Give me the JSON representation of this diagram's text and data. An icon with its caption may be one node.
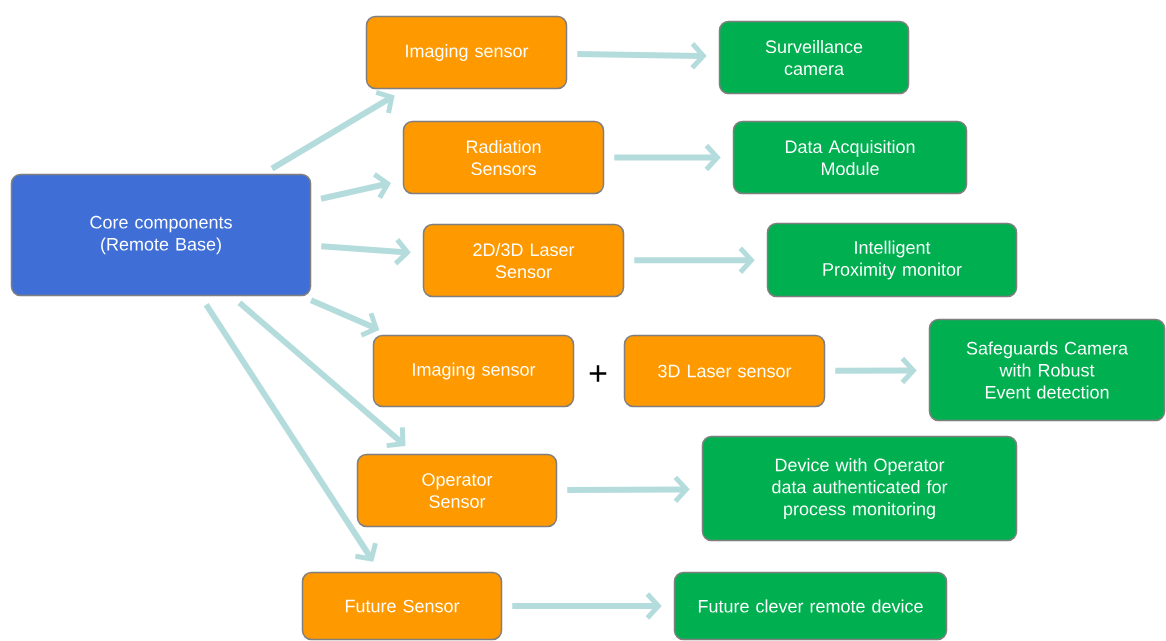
{
  "diagram": {
    "nodes": [
      {
        "text": [
          "Core components (Remote Base)"
        ]
      },
      {
        "text": [
          "Imaging sensor"
        ]
      },
      {
        "text": [
          "Surveillance camera"
        ]
      },
      {
        "text": [
          "Radiation Sensors"
        ]
      },
      {
        "text": [
          "Data Acquisition Module"
        ]
      },
      {
        "text": [
          "2D/3D Laser Sensor"
        ]
      },
      {
        "text": [
          "Intelligent Proximity monitor"
        ]
      },
      {
        "text": [
          "Imaging sensor"
        ]
      },
      {
        "text": [
          "3D Laser sensor"
        ]
      },
      {
        "text": [
          "Safeguards Camera with Robust Event detection"
        ]
      },
      {
        "text": [
          "Operator Sensor"
        ]
      },
      {
        "text": [
          "Device with Operator data authenticated for process monitoring"
        ]
      },
      {
        "text": [
          "Future Sensor"
        ]
      },
      {
        "text": [
          "Future clever remote device"
        ]
      }
    ],
    "edges": [
      {
        "from": 0,
        "to": 1,
        "arrow": "to"
      },
      {
        "from": 0,
        "to": 3,
        "arrow": "to"
      },
      {
        "from": 0,
        "to": 5,
        "arrow": "to"
      },
      {
        "from": 0,
        "to": 7,
        "arrow": "to"
      },
      {
        "from": 0,
        "to": 10,
        "arrow": "to"
      },
      {
        "from": 0,
        "to": 12,
        "arrow": "to"
      },
      {
        "from": 1,
        "to": 2,
        "arrow": "to"
      },
      {
        "from": 3,
        "to": 4,
        "arrow": "to"
      },
      {
        "from": 5,
        "to": 6,
        "arrow": "to"
      },
      {
        "from": 8,
        "to": 9,
        "arrow": "to"
      },
      {
        "from": 10,
        "to": 11,
        "arrow": "to"
      },
      {
        "from": 12,
        "to": 13,
        "arrow": "to"
      }
    ],
    "labels": [
      "+"
    ]
  }
}
